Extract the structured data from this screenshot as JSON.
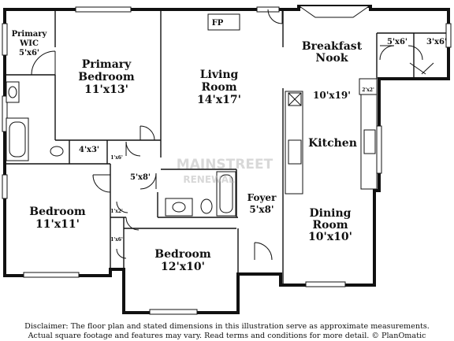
{
  "rooms": [
    {
      "id": "primary-wic",
      "name": "Primary WIC",
      "lines": [
        "Primary",
        "WIC"
      ],
      "dim": "5'x6'"
    },
    {
      "id": "primary-bedroom",
      "name": "Primary Bedroom",
      "lines": [
        "Primary",
        "Bedroom"
      ],
      "dim": "11'x13'"
    },
    {
      "id": "living-room",
      "name": "Living Room",
      "lines": [
        "Living",
        "Room"
      ],
      "dim": "14'x17'"
    },
    {
      "id": "breakfast-nook",
      "name": "Breakfast Nook",
      "lines": [
        "Breakfast",
        "Nook"
      ],
      "dim": ""
    },
    {
      "id": "kitchen",
      "name": "Kitchen",
      "lines": [
        "Kitchen"
      ],
      "dim": "10'x19'"
    },
    {
      "id": "bedroom-left",
      "name": "Bedroom",
      "lines": [
        "Bedroom"
      ],
      "dim": "11'x11'"
    },
    {
      "id": "bedroom-bottom",
      "name": "Bedroom",
      "lines": [
        "Bedroom"
      ],
      "dim": "12'x10'"
    },
    {
      "id": "foyer",
      "name": "Foyer",
      "lines": [
        "Foyer"
      ],
      "dim": "5'x8'"
    },
    {
      "id": "dining-room",
      "name": "Dining Room",
      "lines": [
        "Dining",
        "Room"
      ],
      "dim": "10'x10'"
    }
  ],
  "small_labels": {
    "fp": "FP",
    "closet_5x6": "5'x6'",
    "closet_3x6": "3'x6'",
    "closet_4x3": "4'x3'",
    "hall_5x8": "5'x8'",
    "closet_1x6": "1'x6'",
    "closet_1x2": "1'x2'",
    "closet_1x6b": "1'x6'",
    "pantry_2x2": "2'x2'"
  },
  "watermark": {
    "line1": "MAINSTREET",
    "line2": "RENEWAL"
  },
  "disclaimer": [
    "Disclaimer: The floor plan and stated dimensions in this illustration serve as approximate measurements.",
    "Actual square footage and features may vary. Read terms and conditions for more detail. © PlanOmatic"
  ]
}
